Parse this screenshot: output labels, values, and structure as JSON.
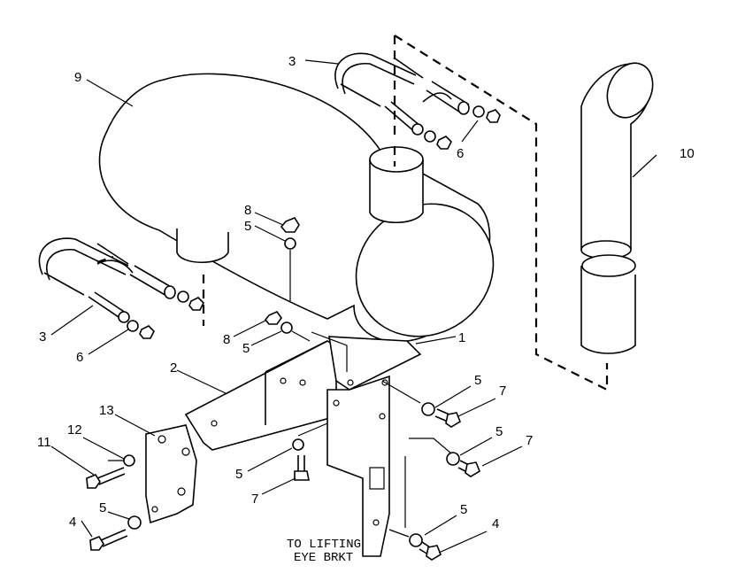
{
  "callouts": {
    "c1": "1",
    "c2": "2",
    "c3a": "3",
    "c3b": "3",
    "c4a": "4",
    "c4b": "4",
    "c5a": "5",
    "c5b": "5",
    "c5c": "5",
    "c5d": "5",
    "c5e": "5",
    "c5f": "5",
    "c5g": "5",
    "c6a": "6",
    "c6b": "6",
    "c7a": "7",
    "c7b": "7",
    "c7c": "7",
    "c8a": "8",
    "c8b": "8",
    "c9": "9",
    "c10": "10",
    "c11": "11",
    "c12": "12",
    "c13": "13"
  },
  "note": {
    "line1": "TO LIFTING",
    "line2": "EYE BRKT"
  }
}
